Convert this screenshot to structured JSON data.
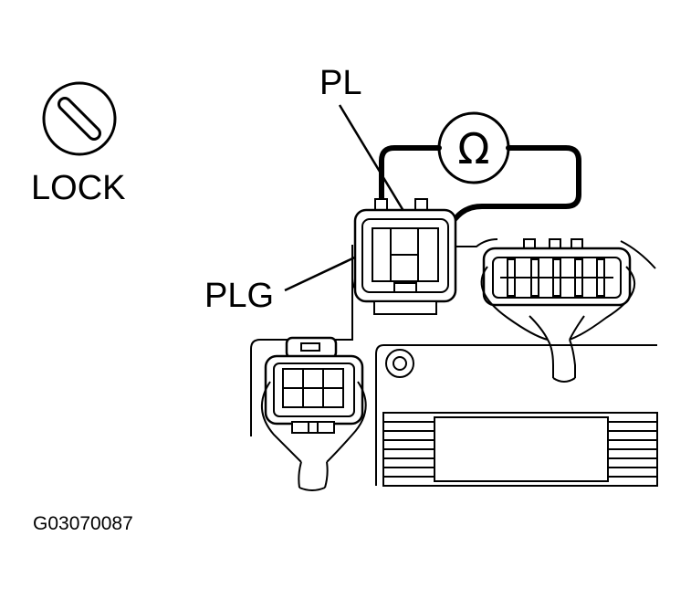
{
  "labels": {
    "pl": "PL",
    "plg": "PLG",
    "lock": "LOCK",
    "ohmmeter_symbol": "Ω",
    "figure_code": "G03070087"
  },
  "icons": {
    "lock": "lock-icon",
    "ohmmeter": "ohmmeter-icon"
  },
  "colors": {
    "ink": "#000000",
    "paper": "#ffffff"
  }
}
